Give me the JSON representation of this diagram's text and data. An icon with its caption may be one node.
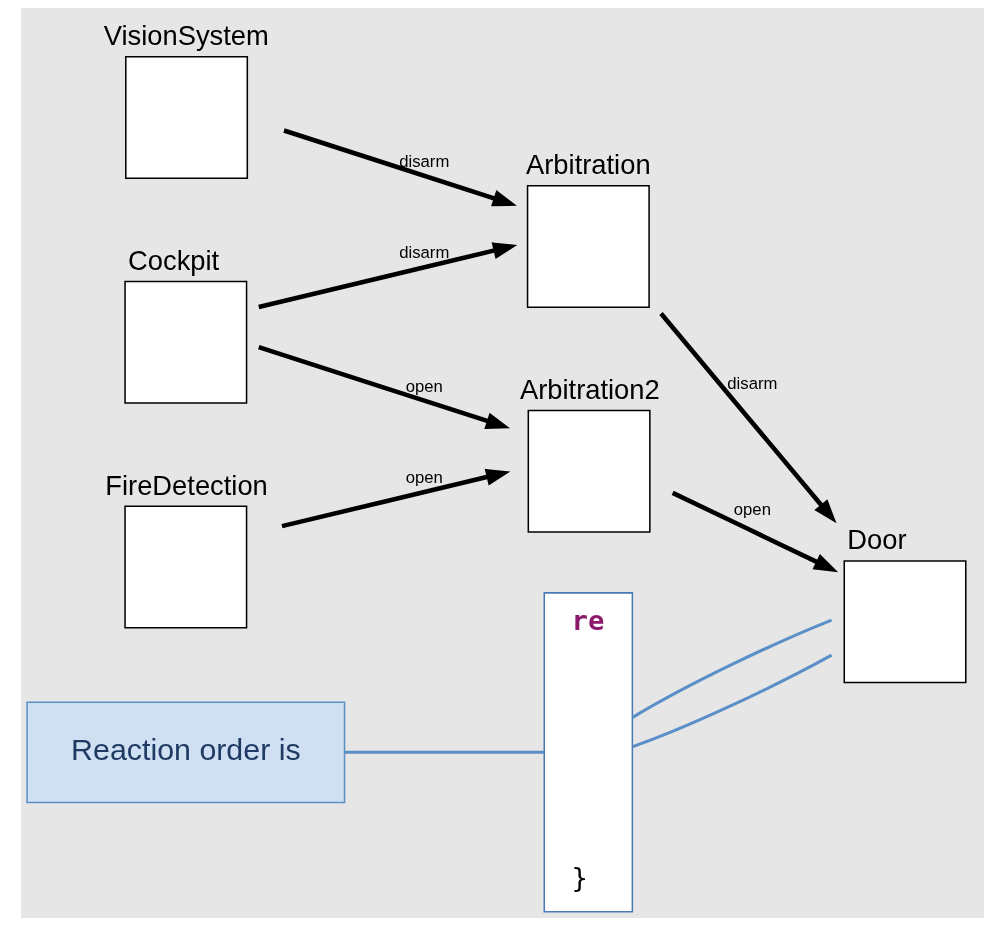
{
  "diagram": {
    "nodes": [
      {
        "text": [
          "VisionSystem"
        ]
      },
      {
        "text": [
          "Arbitration"
        ]
      },
      {
        "text": [
          "Cockpit"
        ]
      },
      {
        "text": [
          "Arbitration2"
        ]
      },
      {
        "text": [
          "FireDetection"
        ]
      },
      {
        "text": [
          "Door"
        ]
      },
      {
        "text": [
          "re",
          "}"
        ]
      },
      {
        "text": [
          "Reaction order is"
        ]
      }
    ],
    "edges": [
      {
        "from": 0,
        "to": 1,
        "arrow": "to",
        "label": "disarm"
      },
      {
        "from": 2,
        "to": 1,
        "arrow": "to",
        "label": "disarm"
      },
      {
        "from": 2,
        "to": 3,
        "arrow": "to",
        "label": "open"
      },
      {
        "from": 4,
        "to": 3,
        "arrow": "to",
        "label": "open"
      },
      {
        "from": 1,
        "to": 5,
        "arrow": "to",
        "label": "disarm"
      },
      {
        "from": 3,
        "to": 5,
        "arrow": "to",
        "label": "open"
      },
      {
        "from": 6,
        "to": 5,
        "arrow": "none",
        "color": "#5b8fc7"
      },
      {
        "from": 6,
        "to": 5,
        "arrow": "none",
        "color": "#5b8fc7"
      },
      {
        "from": 7,
        "to": 6,
        "arrow": "none",
        "color": "#5b8fc7"
      }
    ]
  }
}
